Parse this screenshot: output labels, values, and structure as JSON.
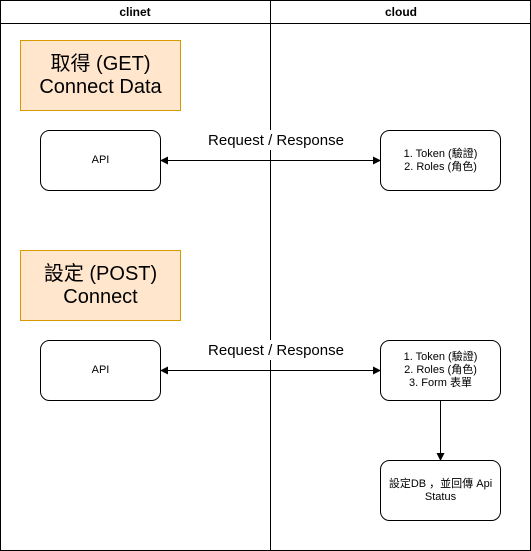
{
  "lanes": {
    "left": "clinet",
    "right": "cloud"
  },
  "get_section": {
    "title": "取得 (GET)\nConnect Data",
    "api_label": "API",
    "edge_label": "Request / Response",
    "cloud_node": "1. Token (驗證)\n2. Roles (角色)"
  },
  "post_section": {
    "title": "設定 (POST)\nConnect",
    "api_label": "API",
    "edge_label": "Request / Response",
    "cloud_node": "1. Token (驗證)\n2. Roles (角色)\n3. Form 表單",
    "result_node": "設定DB ，並回傳 Api\nStatus"
  },
  "colors": {
    "title_fill": "#ffe6cc",
    "title_stroke": "#d79b00",
    "line": "#000000"
  }
}
